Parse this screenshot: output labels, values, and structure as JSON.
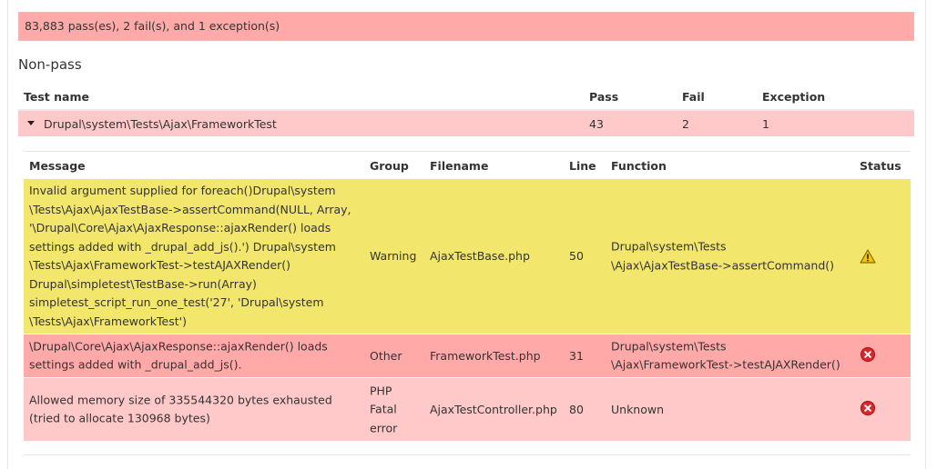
{
  "summary": "83,883 pass(es), 2 fail(s), and 1 exception(s)",
  "section_title": "Non-pass",
  "results_table": {
    "headers": {
      "test_name": "Test name",
      "pass": "Pass",
      "fail": "Fail",
      "exception": "Exception"
    },
    "row": {
      "name": "Drupal\\system\\Tests\\Ajax\\FrameworkTest",
      "pass": "43",
      "fail": "2",
      "exception": "1"
    }
  },
  "detail_table": {
    "headers": {
      "message": "Message",
      "group": "Group",
      "filename": "Filename",
      "line": "Line",
      "function": "Function",
      "status": "Status"
    },
    "rows": [
      {
        "message_lines": [
          "Invalid argument supplied for foreach()Drupal\\system",
          "\\Tests\\Ajax\\AjaxTestBase->assertCommand(NULL, Array,",
          "'\\Drupal\\Core\\Ajax\\AjaxResponse::ajaxRender() loads",
          "settings added with _drupal_add_js().') Drupal\\system",
          "\\Tests\\Ajax\\FrameworkTest->testAJAXRender()",
          "Drupal\\simpletest\\TestBase->run(Array)",
          "simpletest_script_run_one_test('27', 'Drupal\\system",
          "\\Tests\\Ajax\\FrameworkTest')"
        ],
        "group_lines": [
          "Warning"
        ],
        "filename": "AjaxTestBase.php",
        "line": "50",
        "function_lines": [
          "Drupal\\system\\Tests",
          "\\Ajax\\AjaxTestBase->assertCommand()"
        ],
        "status_icon": "warning-icon",
        "color": "#f2e66c"
      },
      {
        "message_lines": [
          "\\Drupal\\Core\\Ajax\\AjaxResponse::ajaxRender() loads",
          "settings added with _drupal_add_js()."
        ],
        "group_lines": [
          "Other"
        ],
        "filename": "FrameworkTest.php",
        "line": "31",
        "function_lines": [
          "Drupal\\system\\Tests",
          "\\Ajax\\FrameworkTest->testAJAXRender()"
        ],
        "status_icon": "error-icon",
        "color": "#ffa9a9"
      },
      {
        "message_lines": [
          "Allowed memory size of 335544320 bytes exhausted",
          "(tried to allocate 130968 bytes)"
        ],
        "group_lines": [
          "PHP",
          "Fatal",
          "error"
        ],
        "filename": "AjaxTestController.php",
        "line": "80",
        "function_lines": [
          "Unknown"
        ],
        "status_icon": "error-icon",
        "color": "#ffc9c9"
      }
    ]
  }
}
